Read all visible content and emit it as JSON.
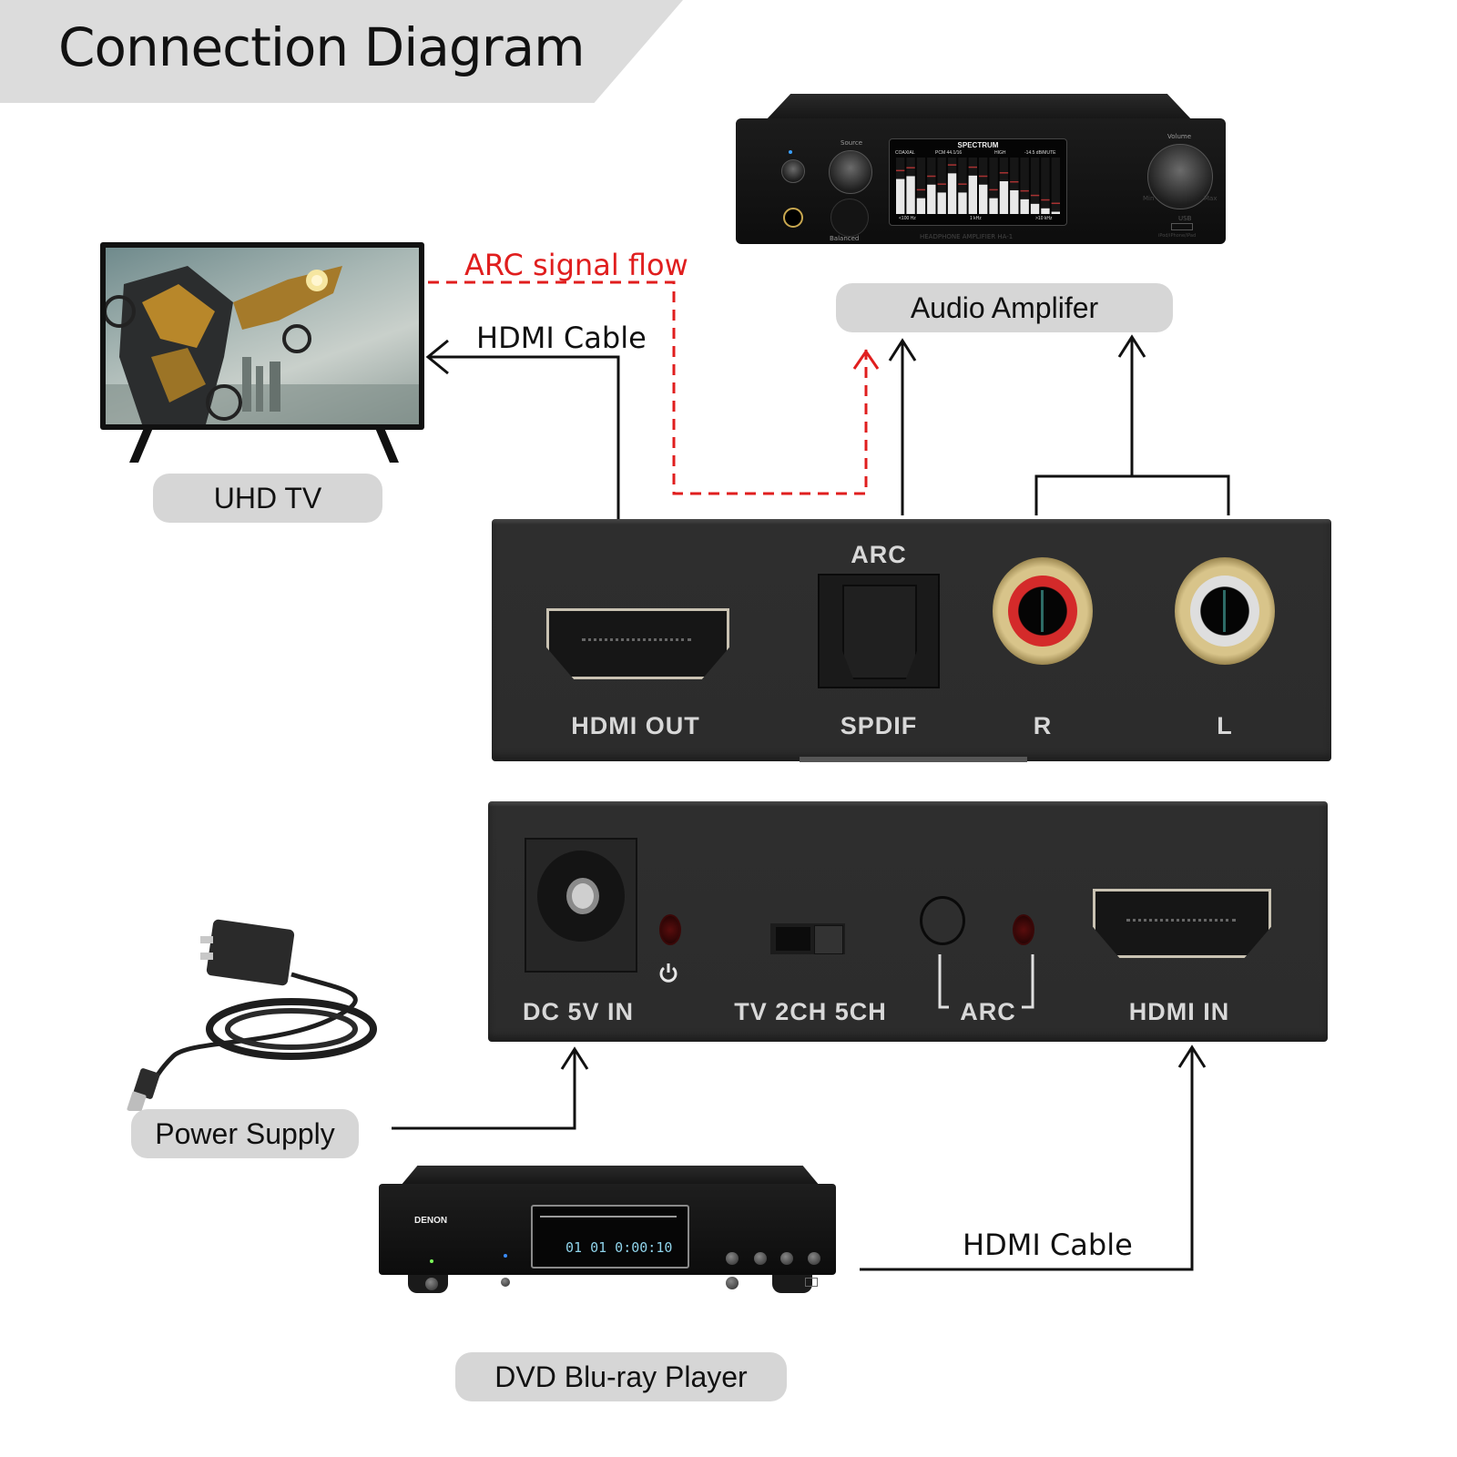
{
  "title": "Connection Diagram",
  "devices": {
    "tv": {
      "label": "UHD TV"
    },
    "amplifier": {
      "label": "Audio Amplifer",
      "front_panel": {
        "source_label": "Source",
        "volume_label": "Volume",
        "balanced_label": "Balanced",
        "min_label": "Min",
        "max_label": "Max",
        "usb_label": "USB",
        "usb_sublabel": "iPod/iPhone/iPad",
        "model_label": "HEADPHONE AMPLIFIER HA-1",
        "screen": {
          "title": "SPECTRUM",
          "input": "COAXIAL",
          "format": "PCM 44.1/16",
          "gain": "HIGH",
          "level": "-14.5 dB/MUTE",
          "freq_low": "<100 Hz",
          "freq_mid": "1 kHz",
          "freq_high": ">10 kHz",
          "bar_levels": [
            0.62,
            0.67,
            0.28,
            0.52,
            0.38,
            0.72,
            0.38,
            0.68,
            0.52,
            0.28,
            0.58,
            0.42,
            0.26,
            0.18,
            0.1,
            0.04
          ]
        }
      }
    },
    "power_supply": {
      "label": "Power Supply"
    },
    "bluray": {
      "label": "DVD Blu-ray Player",
      "brand": "DENON",
      "display": "01 01 0:00:10"
    }
  },
  "converter_top": {
    "ports": [
      {
        "id": "hdmi-out",
        "label": "HDMI OUT"
      },
      {
        "id": "spdif",
        "label": "SPDIF",
        "header": "ARC"
      },
      {
        "id": "rca-r",
        "label": "R"
      },
      {
        "id": "rca-l",
        "label": "L"
      }
    ]
  },
  "converter_bottom": {
    "ports": [
      {
        "id": "dc-in",
        "label": "DC 5V IN"
      },
      {
        "id": "mode-switch",
        "label": "TV 2CH 5CH"
      },
      {
        "id": "arc",
        "label": "ARC"
      },
      {
        "id": "hdmi-in",
        "label": "HDMI IN"
      }
    ]
  },
  "connections": {
    "arc_flow_label": "ARC signal flow",
    "tv_cable_label": "HDMI Cable",
    "player_cable_label": "HDMI Cable"
  },
  "colors": {
    "arc_flow": "#e01e1e",
    "pill_bg": "#d6d6d6",
    "device_body": "#2c2c2c",
    "rca_right": "#d42a2a",
    "rca_left": "#dedede"
  }
}
